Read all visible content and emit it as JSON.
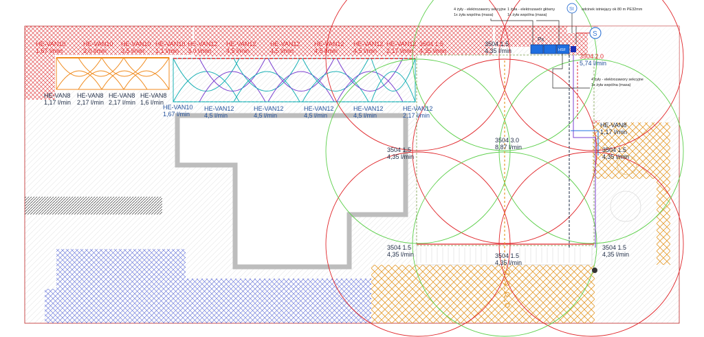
{
  "notes": {
    "valves_sections": [
      "4 żyły - elektrozawory sekcyjne",
      "1x żyła wspólna (masa)"
    ],
    "main_valve": [
      "1 żyła - elektrozawór główny",
      "1x żyła wspólna (masa)"
    ],
    "existing_segment": "odcinek istniejący ok 80 m PE32mm",
    "valves_sections_right": [
      "4 żyły - elektrozawory sekcyjne",
      "1x żyła wspólna (masa)"
    ]
  },
  "symbols": {
    "st": "St",
    "s": "S",
    "ps": "Ps",
    "hsf": "HSF"
  },
  "colors": {
    "red": "#e0262a",
    "orange": "#f08a1c",
    "purple": "#7a3fd0",
    "teal": "#18b0b5",
    "green": "#5ccf4a",
    "navy": "#1d2b45",
    "blue_hatch": "#5a6ad8",
    "orange_hatch": "#e59a2a",
    "valve_blue": "#1f6fe0"
  },
  "labels": {
    "left_top": [
      {
        "name": "HE-VAN10",
        "flow": "1,67 l/min"
      },
      {
        "name": "HE-VAN10",
        "flow": "3,0 l/min"
      },
      {
        "name": "HE-VAN10",
        "flow": "3,5 l/min"
      },
      {
        "name": "HE-VAN10",
        "flow": "1,1 l/min"
      }
    ],
    "left_bottom": [
      {
        "name": "HE-VAN8",
        "flow": "1,17 l/min"
      },
      {
        "name": "HE-VAN8",
        "flow": "2,17 l/min"
      },
      {
        "name": "HE-VAN8",
        "flow": "2,17 l/min"
      },
      {
        "name": "HE-VAN8",
        "flow": "1,6 l/min"
      }
    ],
    "mid_top": [
      {
        "name": "HE-VAN12",
        "flow": "3,0 l/min"
      },
      {
        "name": "HE-VAN12",
        "flow": "4,5 l/min"
      },
      {
        "name": "HE-VAN12",
        "flow": "4,5 l/min"
      },
      {
        "name": "HE-VAN12",
        "flow": "4,5 l/min"
      },
      {
        "name": "HE-VAN12",
        "flow": "4,5 l/min"
      },
      {
        "name": "HE-VAN12",
        "flow": "2,17 l/min"
      },
      {
        "name": "3504 1.5",
        "flow": "4,35 l/min"
      },
      {
        "name": "3504 1.5",
        "flow": "4,35 l/min"
      }
    ],
    "mid_bottom": [
      {
        "name": "HE-VAN10",
        "flow": "1,67 l/min"
      },
      {
        "name": "HE-VAN12",
        "flow": "4,5 l/min"
      },
      {
        "name": "HE-VAN12",
        "flow": "4,5 l/min"
      },
      {
        "name": "HE-VAN12",
        "flow": "4,5 l/min"
      },
      {
        "name": "HE-VAN12",
        "flow": "4,5 l/min"
      },
      {
        "name": "HE-VAN12",
        "flow": "2,17 l/min"
      }
    ],
    "rotor_right_top": {
      "name": "3504 2.0",
      "flow": "5,74 l/min"
    },
    "rotor_left_mid": {
      "name": "3504 1.5",
      "flow": "4,35 l/min"
    },
    "rotor_center": {
      "name": "3504 3.0",
      "flow": "8,87 l/min"
    },
    "rotor_right_mid": {
      "name": "3504 1.5",
      "flow": "4,35 l/min"
    },
    "van8_right": {
      "name": "HE-VAN8",
      "flow": "1,17 l/min"
    },
    "rotor_left_bottom": {
      "name": "3504 1.5",
      "flow": "4,35 l/min"
    },
    "rotor_center_bottom": {
      "name": "3504 1.5",
      "flow": "4,35 l/min"
    },
    "rotor_right_bottom": {
      "name": "3504 1.5",
      "flow": "4,35 l/min"
    }
  }
}
